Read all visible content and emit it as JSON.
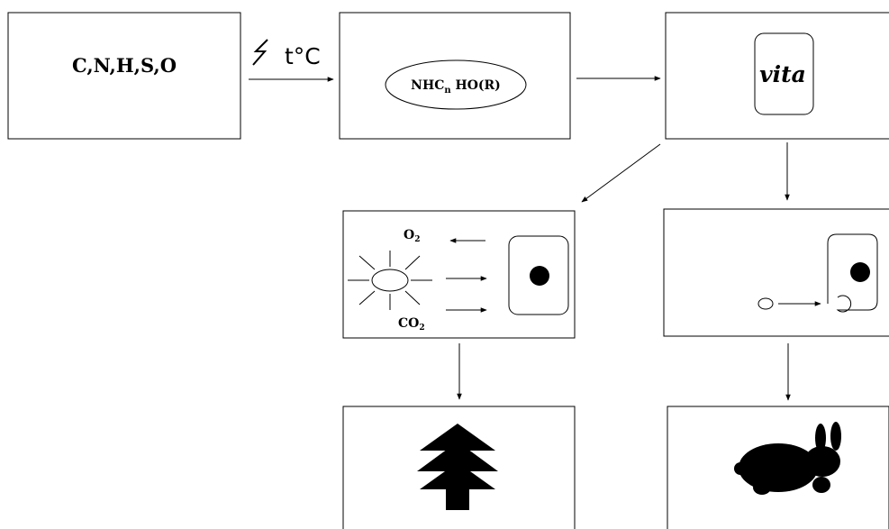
{
  "elements": {
    "label": "C,N,H,S,O"
  },
  "energy": {
    "label": "t°C",
    "icon": "lightning-icon"
  },
  "organic": {
    "prefix": "NHC",
    "subscript": "n",
    "suffix": " HO(R)"
  },
  "vita": {
    "label": "vita"
  },
  "photo": {
    "o2_base": "O",
    "o2_sub": "2",
    "co2_base": "CO",
    "co2_sub": "2",
    "icon": "sun-icon"
  },
  "consumer": {
    "icon": "cell-engulfing-icon"
  },
  "plant": {
    "icon": "tree-icon"
  },
  "animal": {
    "icon": "animal-icon"
  }
}
